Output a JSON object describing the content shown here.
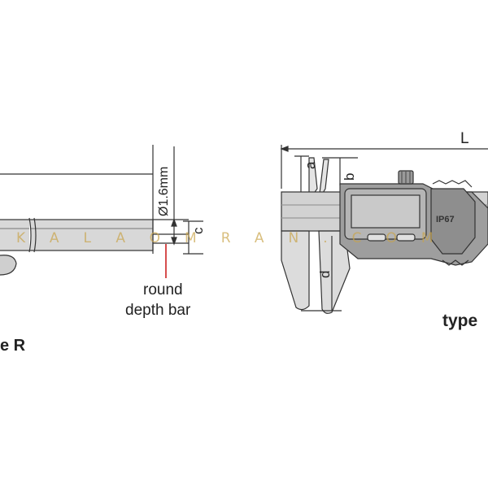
{
  "labels": {
    "phi_value": "Ø1.6mm",
    "c": "c",
    "round": "round",
    "depth_bar": "depth bar",
    "type_r": "e R",
    "L": "L",
    "a": "a",
    "b": "b",
    "d": "d",
    "ip67": "IP67",
    "type_right": "type"
  },
  "watermark": "KALAOMRAN.COM",
  "colors": {
    "line": "#333333",
    "body_fill": "#d4d4d4",
    "body_dark": "#9a9a9a",
    "display_bg": "#c9c9c9",
    "accent_red": "#cc2222",
    "watermark": "#c9a44a"
  }
}
